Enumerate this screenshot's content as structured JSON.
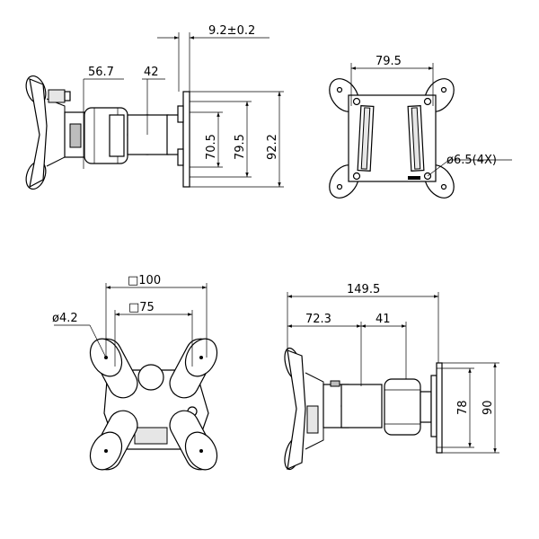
{
  "views": {
    "side": {
      "dim_thickness": "9.2±0.2",
      "dim_left": "56.7",
      "dim_mid": "42",
      "dim_inner": "70.5",
      "dim_mid_height": "79.5",
      "dim_outer": "92.2"
    },
    "front": {
      "dim_width": "79.5",
      "dim_hole": "ø6.5(4X)"
    },
    "base": {
      "dim_outer_square": "□100",
      "dim_inner_square": "□75",
      "dim_hole": "ø4.2"
    },
    "profile": {
      "dim_total": "149.5",
      "dim_left": "72.3",
      "dim_right": "41",
      "dim_inner_height": "78",
      "dim_outer_height": "90"
    }
  }
}
